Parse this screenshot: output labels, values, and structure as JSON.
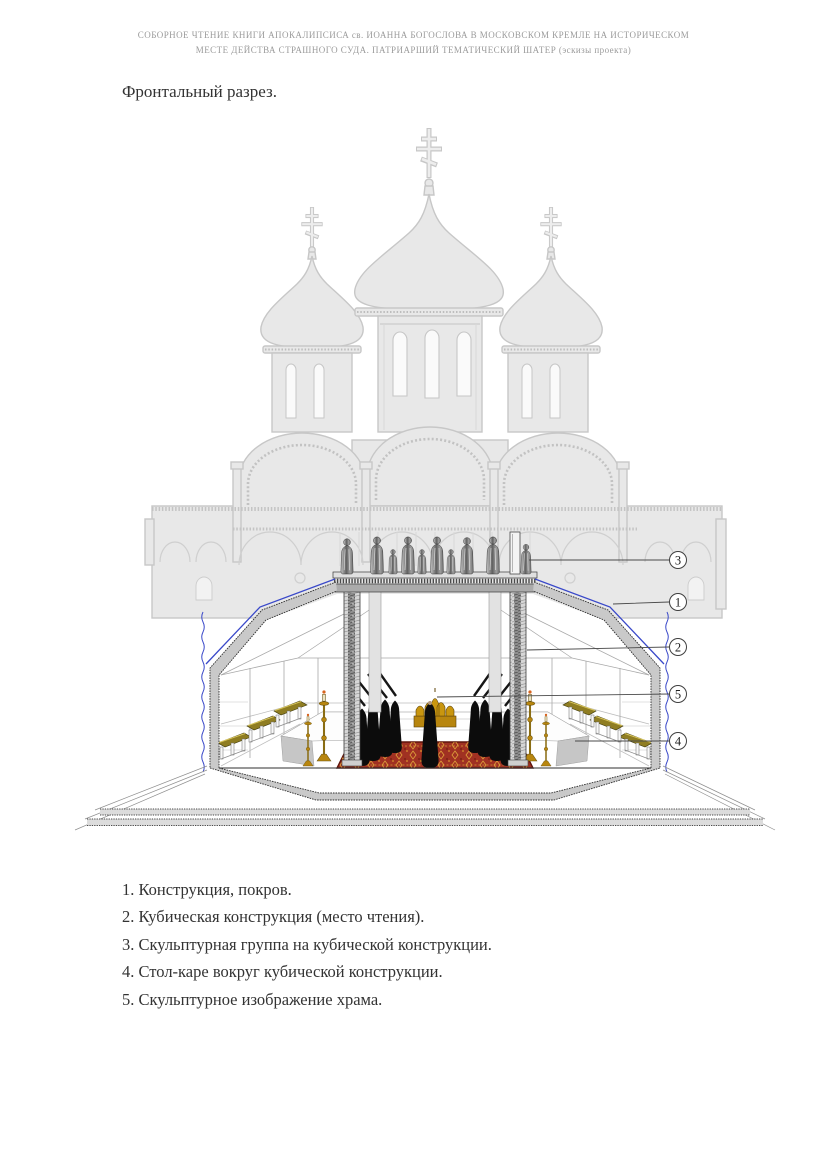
{
  "header": {
    "line1": "СОБОРНОЕ ЧТЕНИЕ КНИГИ АПОКАЛИПСИСА св. ИОАННА БОГОСЛОВА В МОСКОВСКОМ КРЕМЛЕ НА ИСТОРИЧЕСКОМ",
    "line2": "МЕСТЕ ДЕЙСТВА СТРАШНОГО СУДА. ПАТРИАРШИЙ ТЕМАТИЧЕСКИЙ ШАТЕР (эскизы проекта)"
  },
  "title": "Фронтальный разрез.",
  "figure": {
    "callouts": [
      "3",
      "1",
      "2",
      "5",
      "4"
    ],
    "colors": {
      "church_gray": "#e8e8e8",
      "cover_blue": "#3a49c9",
      "section_gray": "#c9c9c9",
      "carpet_red": "#a03122",
      "gold": "#b8860f",
      "bench_olive": "#8f7d22"
    }
  },
  "legend": {
    "items": [
      "1. Конструкция, покров.",
      "2. Кубическая конструкция (место чтения).",
      "3. Скульптурная группа на кубической конструкции.",
      "4. Стол-каре вокруг кубической конструкции.",
      "5. Скульптурное изображение храма."
    ]
  }
}
